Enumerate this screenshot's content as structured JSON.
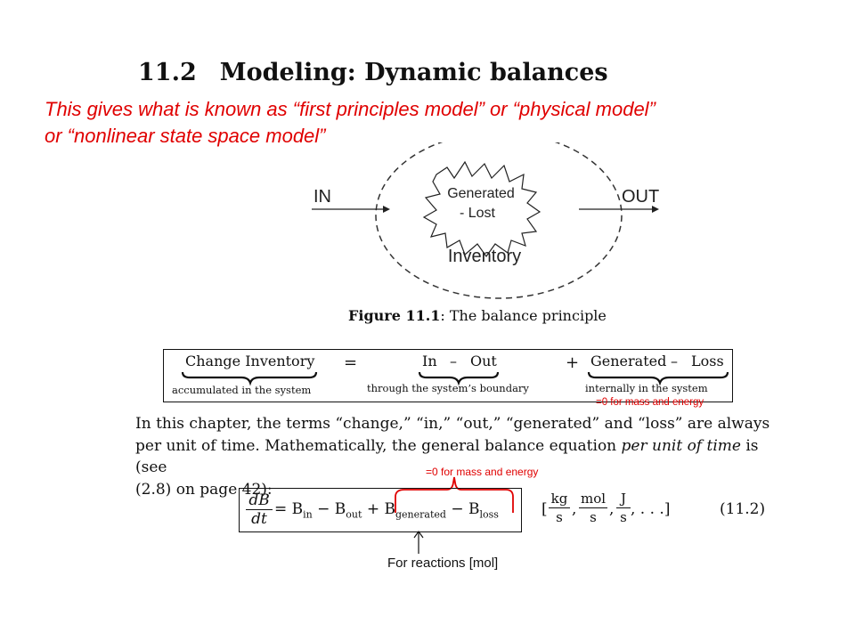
{
  "section": {
    "number": "11.2",
    "title": "Modeling: Dynamic balances"
  },
  "note": {
    "line1": "This gives what is known as “first principles model”  or “physical model”",
    "line2": "or “nonlinear state space model”",
    "color": "#e00000"
  },
  "diagram": {
    "in_label": "IN",
    "out_label": "OUT",
    "generated_line1": "Generated",
    "generated_line2": "- Lost",
    "inventory_label": "Inventory"
  },
  "figure_caption": {
    "label": "Figure 11.1",
    "text": ": The balance principle"
  },
  "balance": {
    "change": "Change Inventory",
    "equals": "=",
    "in": "In",
    "minus": "–",
    "out": "Out",
    "plus": "+",
    "generated": "Generated",
    "minus2": "–",
    "loss": "Loss",
    "under_change": "accumulated in the system",
    "under_inout": "through the system’s boundary",
    "under_gen": "internally in the system",
    "annotation": "=0 for mass and energy"
  },
  "paragraph": {
    "line1": "In this chapter, the terms “change,” “in,” “out,” “generated” and “loss” are always",
    "line2a": "per unit of time. Mathematically, the general balance equation ",
    "line2b": "per unit of time",
    "line2c": " is (see",
    "line3": "(2.8) on page 42):"
  },
  "equation": {
    "lhs_num": "dB",
    "lhs_den": "dt",
    "rhs": "= B",
    "in_sub": "in",
    "minus_b": " − B",
    "out_sub": "out",
    "plus_b": " + B",
    "gen_sub": "generated",
    "minus_b2": " − B",
    "loss_sub": "loss",
    "unit1_num": "kg",
    "unit1_den": "s",
    "unit2_num": "mol",
    "unit2_den": "s",
    "unit3_num": "J",
    "unit3_den": "s",
    "unit_open": "[",
    "unit_close": ", . . .]",
    "comma": ",",
    "number": "(11.2)",
    "annotation_top": "=0 for mass and energy",
    "annotation_bottom": "For reactions [mol]"
  }
}
